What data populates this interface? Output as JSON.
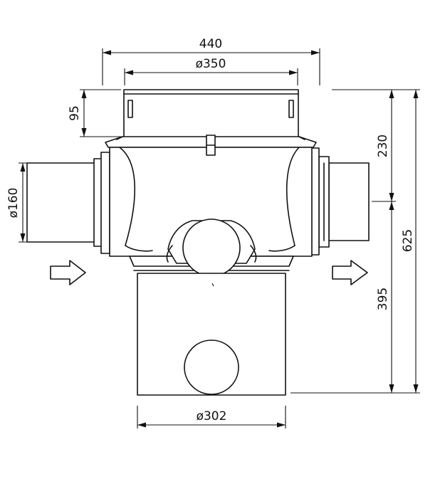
{
  "dimensions": {
    "overall_width": "440",
    "inlet_diameter": "ø350",
    "collar_height": "95",
    "pipe_diameter": "ø160",
    "upper_height": "230",
    "total_height": "625",
    "lower_height": "395",
    "base_diameter": "ø302"
  },
  "flow_arrows": {
    "inlet": "flow-in-arrow",
    "outlet": "flow-out-arrow"
  },
  "colors": {
    "line": "#111111",
    "background": "#ffffff"
  }
}
